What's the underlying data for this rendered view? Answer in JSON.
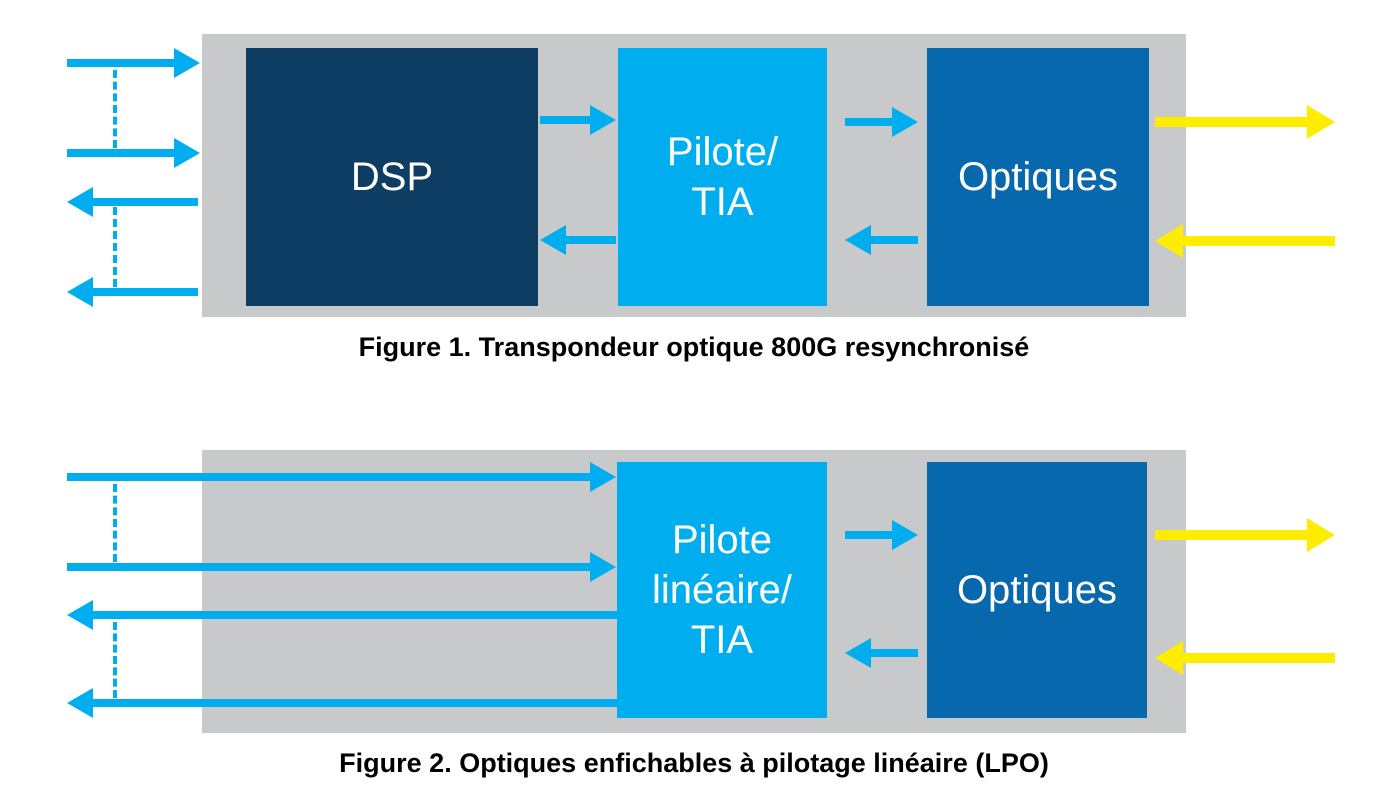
{
  "figure1": {
    "blocks": {
      "dsp": {
        "label": "DSP"
      },
      "pilote": {
        "line1": "Pilote/",
        "line2": "TIA"
      },
      "optiques": {
        "label": "Optiques"
      }
    },
    "caption": "Figure 1. Transpondeur optique 800G resynchronisé"
  },
  "figure2": {
    "blocks": {
      "pilote": {
        "line1": "Pilote",
        "line2": "linéaire/",
        "line3": "TIA"
      },
      "optiques": {
        "label": "Optiques"
      }
    },
    "caption": "Figure 2. Optiques enfichables à pilotage linéaire (LPO)"
  },
  "colors": {
    "module_panel_gray": "#c8c9cb",
    "dsp_navy": "#0d3d63",
    "driver_cyan": "#00aeef",
    "optics_blue": "#0768ad",
    "electrical_arrow_cyan": "#00aeef",
    "optical_arrow_yellow": "#ffed00",
    "caption_black": "#000000",
    "block_text_white": "#ffffff"
  }
}
